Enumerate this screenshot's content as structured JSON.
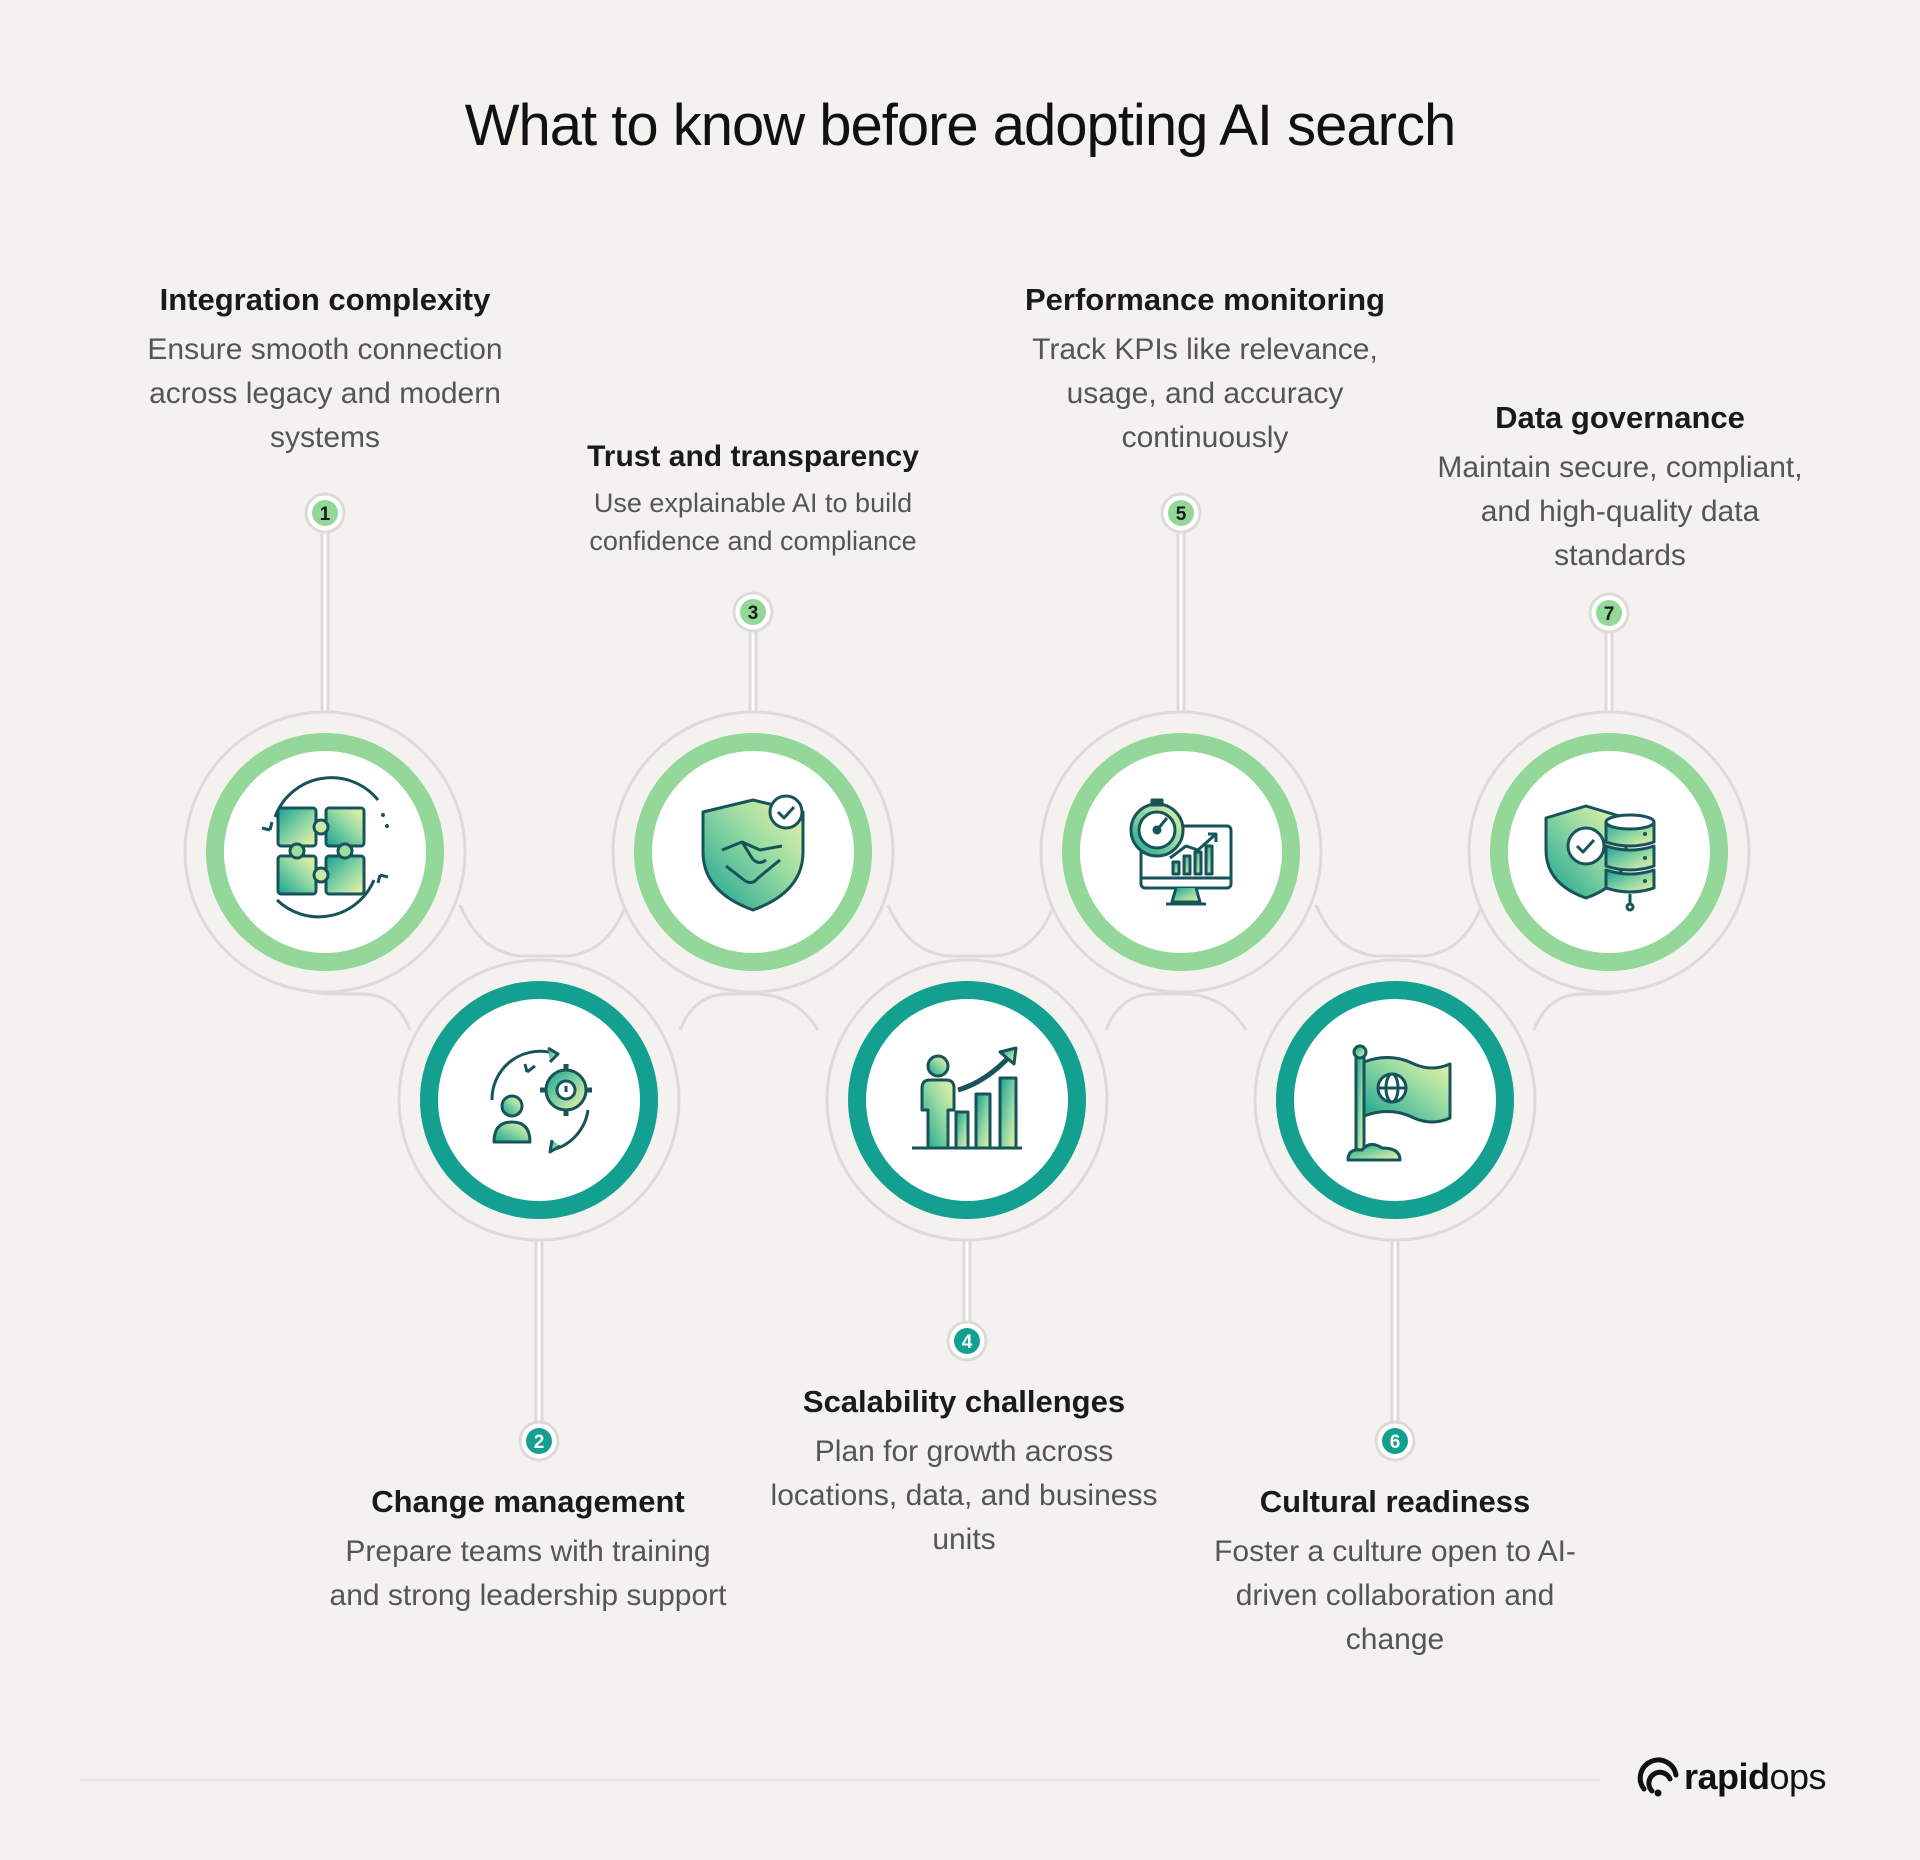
{
  "title": "What to know before adopting AI search",
  "colors": {
    "light_green": "#93d898",
    "teal": "#14a091",
    "connector": "#dcdbd7",
    "background": "#f3f2ef"
  },
  "steps": [
    {
      "number": "1",
      "title": "Integration complexity",
      "text": "Ensure smooth connection across legacy and modern systems",
      "icon": "puzzle-icon"
    },
    {
      "number": "2",
      "title": "Change management",
      "text": "Prepare teams with training and strong leadership support",
      "icon": "change-cycle-icon"
    },
    {
      "number": "3",
      "title": "Trust and transparency",
      "text": "Use explainable AI to build confidence and compliance",
      "icon": "shield-handshake-icon"
    },
    {
      "number": "4",
      "title": "Scalability challenges",
      "text": "Plan for growth across locations, data, and business units",
      "icon": "growth-chart-icon"
    },
    {
      "number": "5",
      "title": "Performance monitoring",
      "text": "Track KPIs like relevance, usage, and accuracy continuously",
      "icon": "monitor-gauge-icon"
    },
    {
      "number": "6",
      "title": "Cultural readiness",
      "text": "Foster a culture open to AI-driven collaboration and change",
      "icon": "globe-flag-icon"
    },
    {
      "number": "7",
      "title": "Data governance",
      "text": "Maintain secure, compliant, and high-quality data standards",
      "icon": "shield-database-icon"
    }
  ],
  "brand": {
    "part1": "rapid",
    "part2": "ops",
    "icon": "rapidops-logo-icon"
  }
}
